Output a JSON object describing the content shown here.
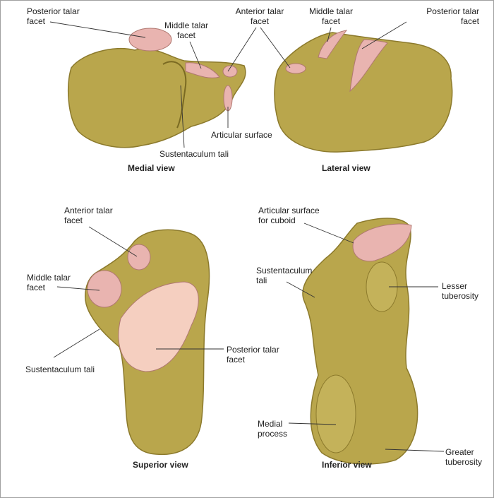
{
  "colors": {
    "bone": "#b9a64c",
    "bone_dark": "#8c7a2c",
    "facet": "#e9b4b0",
    "facet_edge": "#b07870",
    "line": "#333333"
  },
  "medial": {
    "title": "Medial view",
    "posterior_talar_facet": "Posterior talar\nfacet",
    "middle_talar_facet": "Middle talar\nfacet",
    "anterior_talar_facet": "Anterior talar\nfacet",
    "articular_surface": "Articular surface",
    "sustentaculum_tali": "Sustentaculum tali"
  },
  "lateral": {
    "title": "Lateral view",
    "middle_talar_facet": "Middle talar\nfacet",
    "posterior_talar_facet": "Posterior talar\nfacet"
  },
  "superior": {
    "title": "Superior view",
    "anterior_talar_facet": "Anterior talar\nfacet",
    "middle_talar_facet": "Middle talar\nfacet",
    "sustentaculum_tali": "Sustentaculum tali",
    "posterior_talar_facet": "Posterior talar\nfacet"
  },
  "inferior": {
    "title": "Inferior view",
    "articular_surface_cuboid": "Articular surface\nfor cuboid",
    "sustentaculum_tali": "Sustentaculum\ntali",
    "lesser_tuberosity": "Lesser\ntuberosity",
    "medial_process": "Medial\nprocess",
    "greater_tuberosity": "Greater\ntuberosity"
  }
}
